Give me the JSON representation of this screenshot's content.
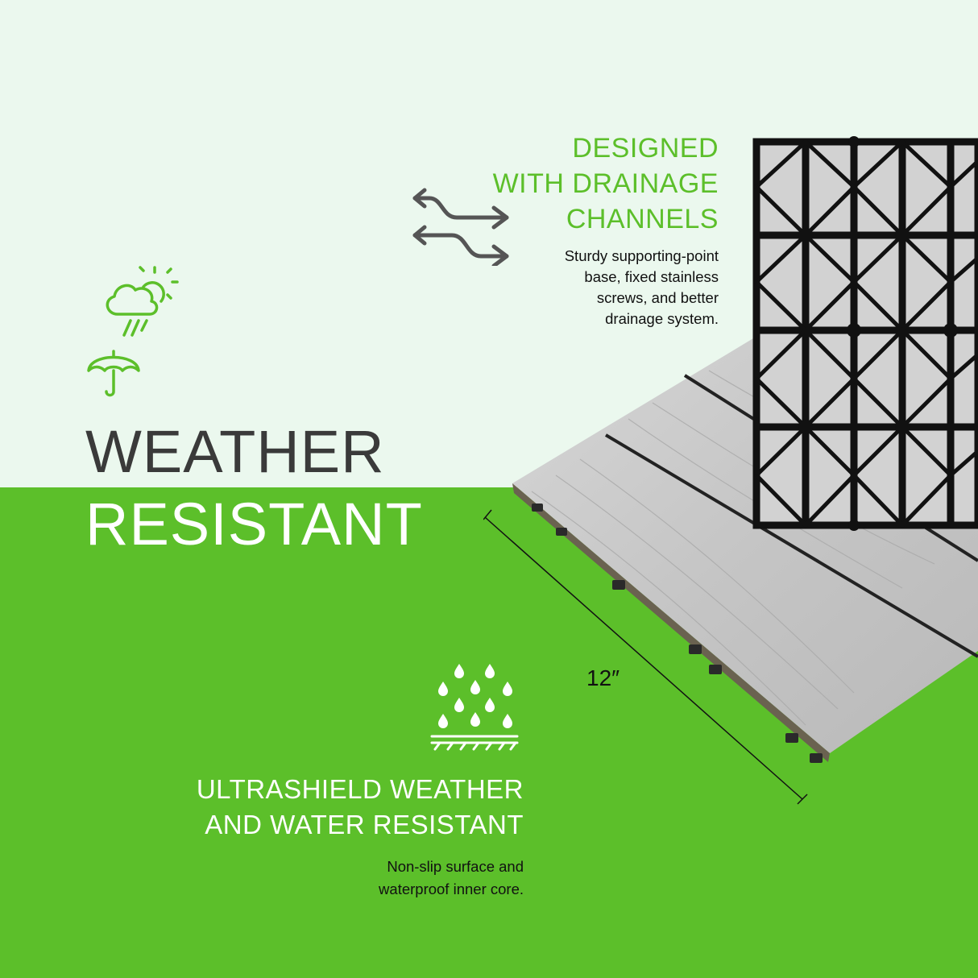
{
  "colors": {
    "background_top": "#ebf8ee",
    "background_bottom": "#5cbf2a",
    "accent_green": "#5cbf2a",
    "dark_text": "#3a3a3a",
    "white_text": "#ffffff",
    "icon_gray": "#555555",
    "black_text": "#111111"
  },
  "headline": {
    "line1": "WEATHER",
    "line2": "RESISTANT"
  },
  "drainage": {
    "title_line1": "DESIGNED",
    "title_line2": "WITH DRAINAGE",
    "title_line3": "CHANNELS",
    "desc_line1": "Sturdy supporting-point",
    "desc_line2": "base, fixed stainless",
    "desc_line3": "screws, and better",
    "desc_line4": "drainage system.",
    "icon": "crossing-arrows-icon"
  },
  "weather_icons": [
    "cloud-sun-rain-icon",
    "umbrella-icon"
  ],
  "ultrashield": {
    "title_line1": "ULTRASHIELD WEATHER",
    "title_line2": "AND WATER RESISTANT",
    "desc_line1": "Non-slip surface and",
    "desc_line2": "waterproof inner core.",
    "icon": "water-drops-surface-icon"
  },
  "dimension": {
    "label": "12″"
  }
}
